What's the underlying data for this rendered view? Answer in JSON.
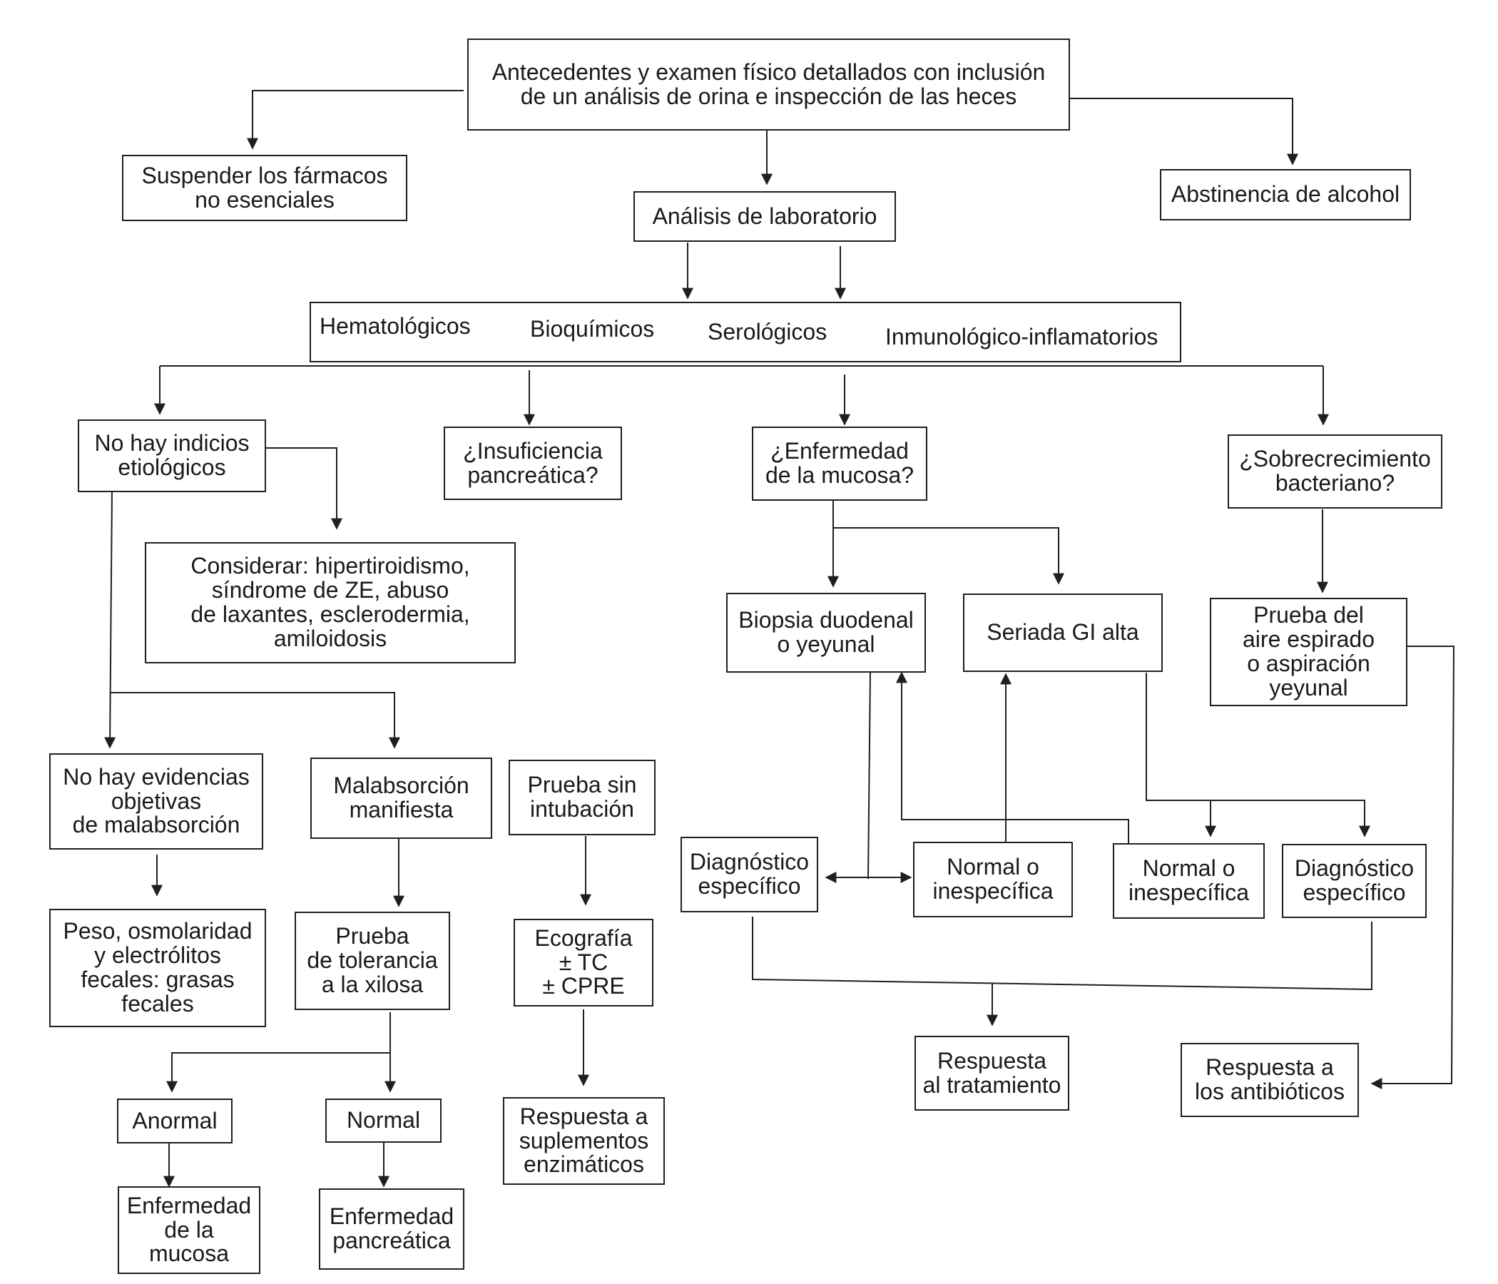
{
  "flowchart": {
    "start": "Antecedentes y examen físico detallados con inclusión\nde un análisis de orina e inspección de las heces",
    "stop_drugs": "Suspender los fármacos\nno esenciales",
    "alcohol": "Abstinencia de alcohol",
    "lab_analysis": "Análisis de laboratorio",
    "lab_types": [
      "Hematológicos",
      "Bioquímicos",
      "Serológicos",
      "Inmunológico-inflamatorios"
    ],
    "no_clues": "No hay indicios\netiológicos",
    "consider": "Considerar: hipertiroidismo,\nsíndrome de ZE, abuso\nde laxantes, esclerodermia,\namiloidosis",
    "no_evidence": "No hay evidencias\nobjetivas\nde malabsorción",
    "fecal": "Peso, osmolaridad\ny electrólitos\nfecales: grasas\nfecales",
    "manifest": "Malabsorción\nmanifiesta",
    "xylose": "Prueba\nde tolerancia\na la xilosa",
    "abnormal": "Anormal",
    "normal": "Normal",
    "mucosal_disease": "Enfermedad\nde la\nmucosa",
    "pancreatic_disease": "Enfermedad\npancreática",
    "pancreatic_insufficiency": "¿Insuficiencia\npancreática?",
    "tubeless": "Prueba sin\nintubación",
    "imaging": "Ecografía\n± TC\n± CPRE",
    "enzyme_response": "Respuesta a\nsuplementos\nenzimáticos",
    "mucosa_question": "¿Enfermedad\nde la mucosa?",
    "biopsy": "Biopsia duodenal\no yeyunal",
    "upper_gi": "Seriada GI alta",
    "specific_dx_left": "Diagnóstico\nespecífico",
    "normal_left": "Normal o\ninespecífica",
    "normal_right": "Normal o\ninespecífica",
    "specific_dx_right": "Diagnóstico\nespecífico",
    "treatment_response": "Respuesta\nal tratamiento",
    "overgrowth": "¿Sobrecrecimiento\nbacteriano?",
    "breath_test": "Prueba del\naire espirado\no aspiración\nyeyunal",
    "antibiotic_response": "Respuesta a\nlos antibióticos"
  }
}
